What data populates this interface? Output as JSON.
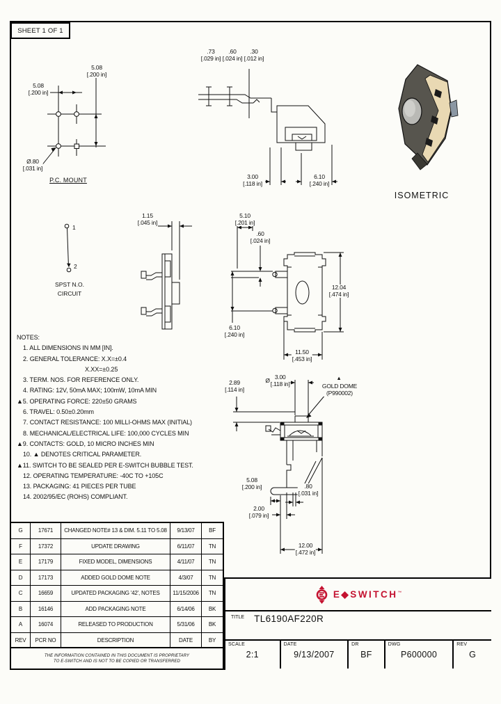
{
  "sheet": {
    "label": "SHEET 1 OF 1"
  },
  "isometric": {
    "label": "ISOMETRIC"
  },
  "pc_mount": {
    "label": "P.C. MOUNT",
    "dim_right_mm": "5.08",
    "dim_right_in": "[.200 in]",
    "dim_left_mm": "5.08",
    "dim_left_in": "[.200 in]",
    "dia_mm": "Ø.80",
    "dia_in": "[.031 in]"
  },
  "top_view": {
    "d1_mm": ".73",
    "d1_in": "[.029 in]",
    "d2_mm": ".60",
    "d2_in": "[.024 in]",
    "d3_mm": ".30",
    "d3_in": "[.012 in]",
    "d4_mm": "3.00",
    "d4_in": "[.118 in]",
    "d5_mm": "6.10",
    "d5_in": "[.240 in]"
  },
  "circuit": {
    "t1": "1",
    "t2": "2",
    "name1": "SPST N.O.",
    "name2": "CIRCUIT"
  },
  "left_view": {
    "d1_mm": "1.15",
    "d1_in": "[.045 in]"
  },
  "front_view": {
    "d1_mm": "5.10",
    "d1_in": "[.201 in]",
    "d2_mm": ".60",
    "d2_in": "[.024 in]",
    "d3_mm": "12.04",
    "d3_in": "[.474 in]",
    "d4_mm": "6.10",
    "d4_in": "[.240 in]",
    "d5_mm": "11.50",
    "d5_in": "[.453 in]"
  },
  "dome_view": {
    "d1_mm": "2.89",
    "d1_in": "[.114 in]",
    "phi": "Ø",
    "d2_mm": "3.00",
    "d2_in": "[.118 in]",
    "critical_mark": "▲",
    "callout1": "GOLD DOME",
    "callout2": "(P990002)",
    "d3_mm": "5.08",
    "d3_in": "[.200 in]",
    "d4_mm": ".80",
    "d4_in": "[.031 in]",
    "d5_mm": "2.00",
    "d5_in": "[.079 in]",
    "d6_mm": "12.00",
    "d6_in": "[.472 in]"
  },
  "notes": {
    "title": "NOTES:",
    "items": [
      "1. ALL DIMENSIONS IN MM [IN].",
      "2. GENERAL TOLERANCE: X.X=±0.4",
      "X.XX=±0.25",
      "3. TERM. NOS. FOR REFERENCE ONLY.",
      "4. RATING: 12V, 50mA MAX; 100mW, 10mA MIN",
      "▲5. OPERATING FORCE: 220±50 GRAMS",
      "6. TRAVEL: 0.50±0.20mm",
      "7. CONTACT RESISTANCE: 100 MILLI-OHMS MAX (INITIAL)",
      "8. MECHANICAL/ELECTRICAL LIFE: 100,000 CYCLES MIN",
      "▲9. CONTACTS: GOLD, 10 MICRO INCHES MIN",
      "10. ▲ DENOTES CRITICAL PARAMETER.",
      "▲11. SWITCH TO BE SEALED PER E-SWITCH BUBBLE TEST.",
      "12. OPERATING TEMPERATURE: -40C TO +105C",
      "13. PACKAGING: 41 PIECES PER TUBE",
      "14. 2002/95/EC (ROHS) COMPLIANT."
    ]
  },
  "revisions": {
    "headers": [
      "REV",
      "PCR NO",
      "DESCRIPTION",
      "DATE",
      "BY"
    ],
    "rows": [
      [
        "G",
        "17671",
        "CHANGED NOTE# 13 & DIM. 5.11 TO 5.08",
        "9/13/07",
        "BF"
      ],
      [
        "F",
        "17372",
        "UPDATE DRAWING",
        "6/11/07",
        "TN"
      ],
      [
        "E",
        "17179",
        "FIXED MODEL, DIMENSIONS",
        "4/11/07",
        "TN"
      ],
      [
        "D",
        "17173",
        "ADDED GOLD DOME NOTE",
        "4/3/07",
        "TN"
      ],
      [
        "C",
        "16659",
        "UPDATED PACKAGING '42', NOTES",
        "11/15/2006",
        "TN"
      ],
      [
        "B",
        "16146",
        "ADD PACKAGING NOTE",
        "6/14/06",
        "BK"
      ],
      [
        "A",
        "16074",
        "RELEASED TO PRODUCTION",
        "5/31/06",
        "BK"
      ]
    ],
    "proprietary1": "THE INFORMATION CONTAINED IN THIS DOCUMENT IS PROPRIETARY",
    "proprietary2": "TO E-SWITCH AND IS NOT TO BE COPIED OR TRANSFERRED"
  },
  "title_block": {
    "brand": "E◆SWITCH",
    "brand_tm": "™",
    "brand_color": "#c41230",
    "title_label": "TITLE",
    "title": "TL6190AF220R",
    "scale_label": "SCALE",
    "scale": "2:1",
    "date_label": "DATE",
    "date": "9/13/2007",
    "dr_label": "DR",
    "dr": "BF",
    "dwg_label": "DWG",
    "dwg": "P600000",
    "rev_label": "REV",
    "rev": "G"
  }
}
